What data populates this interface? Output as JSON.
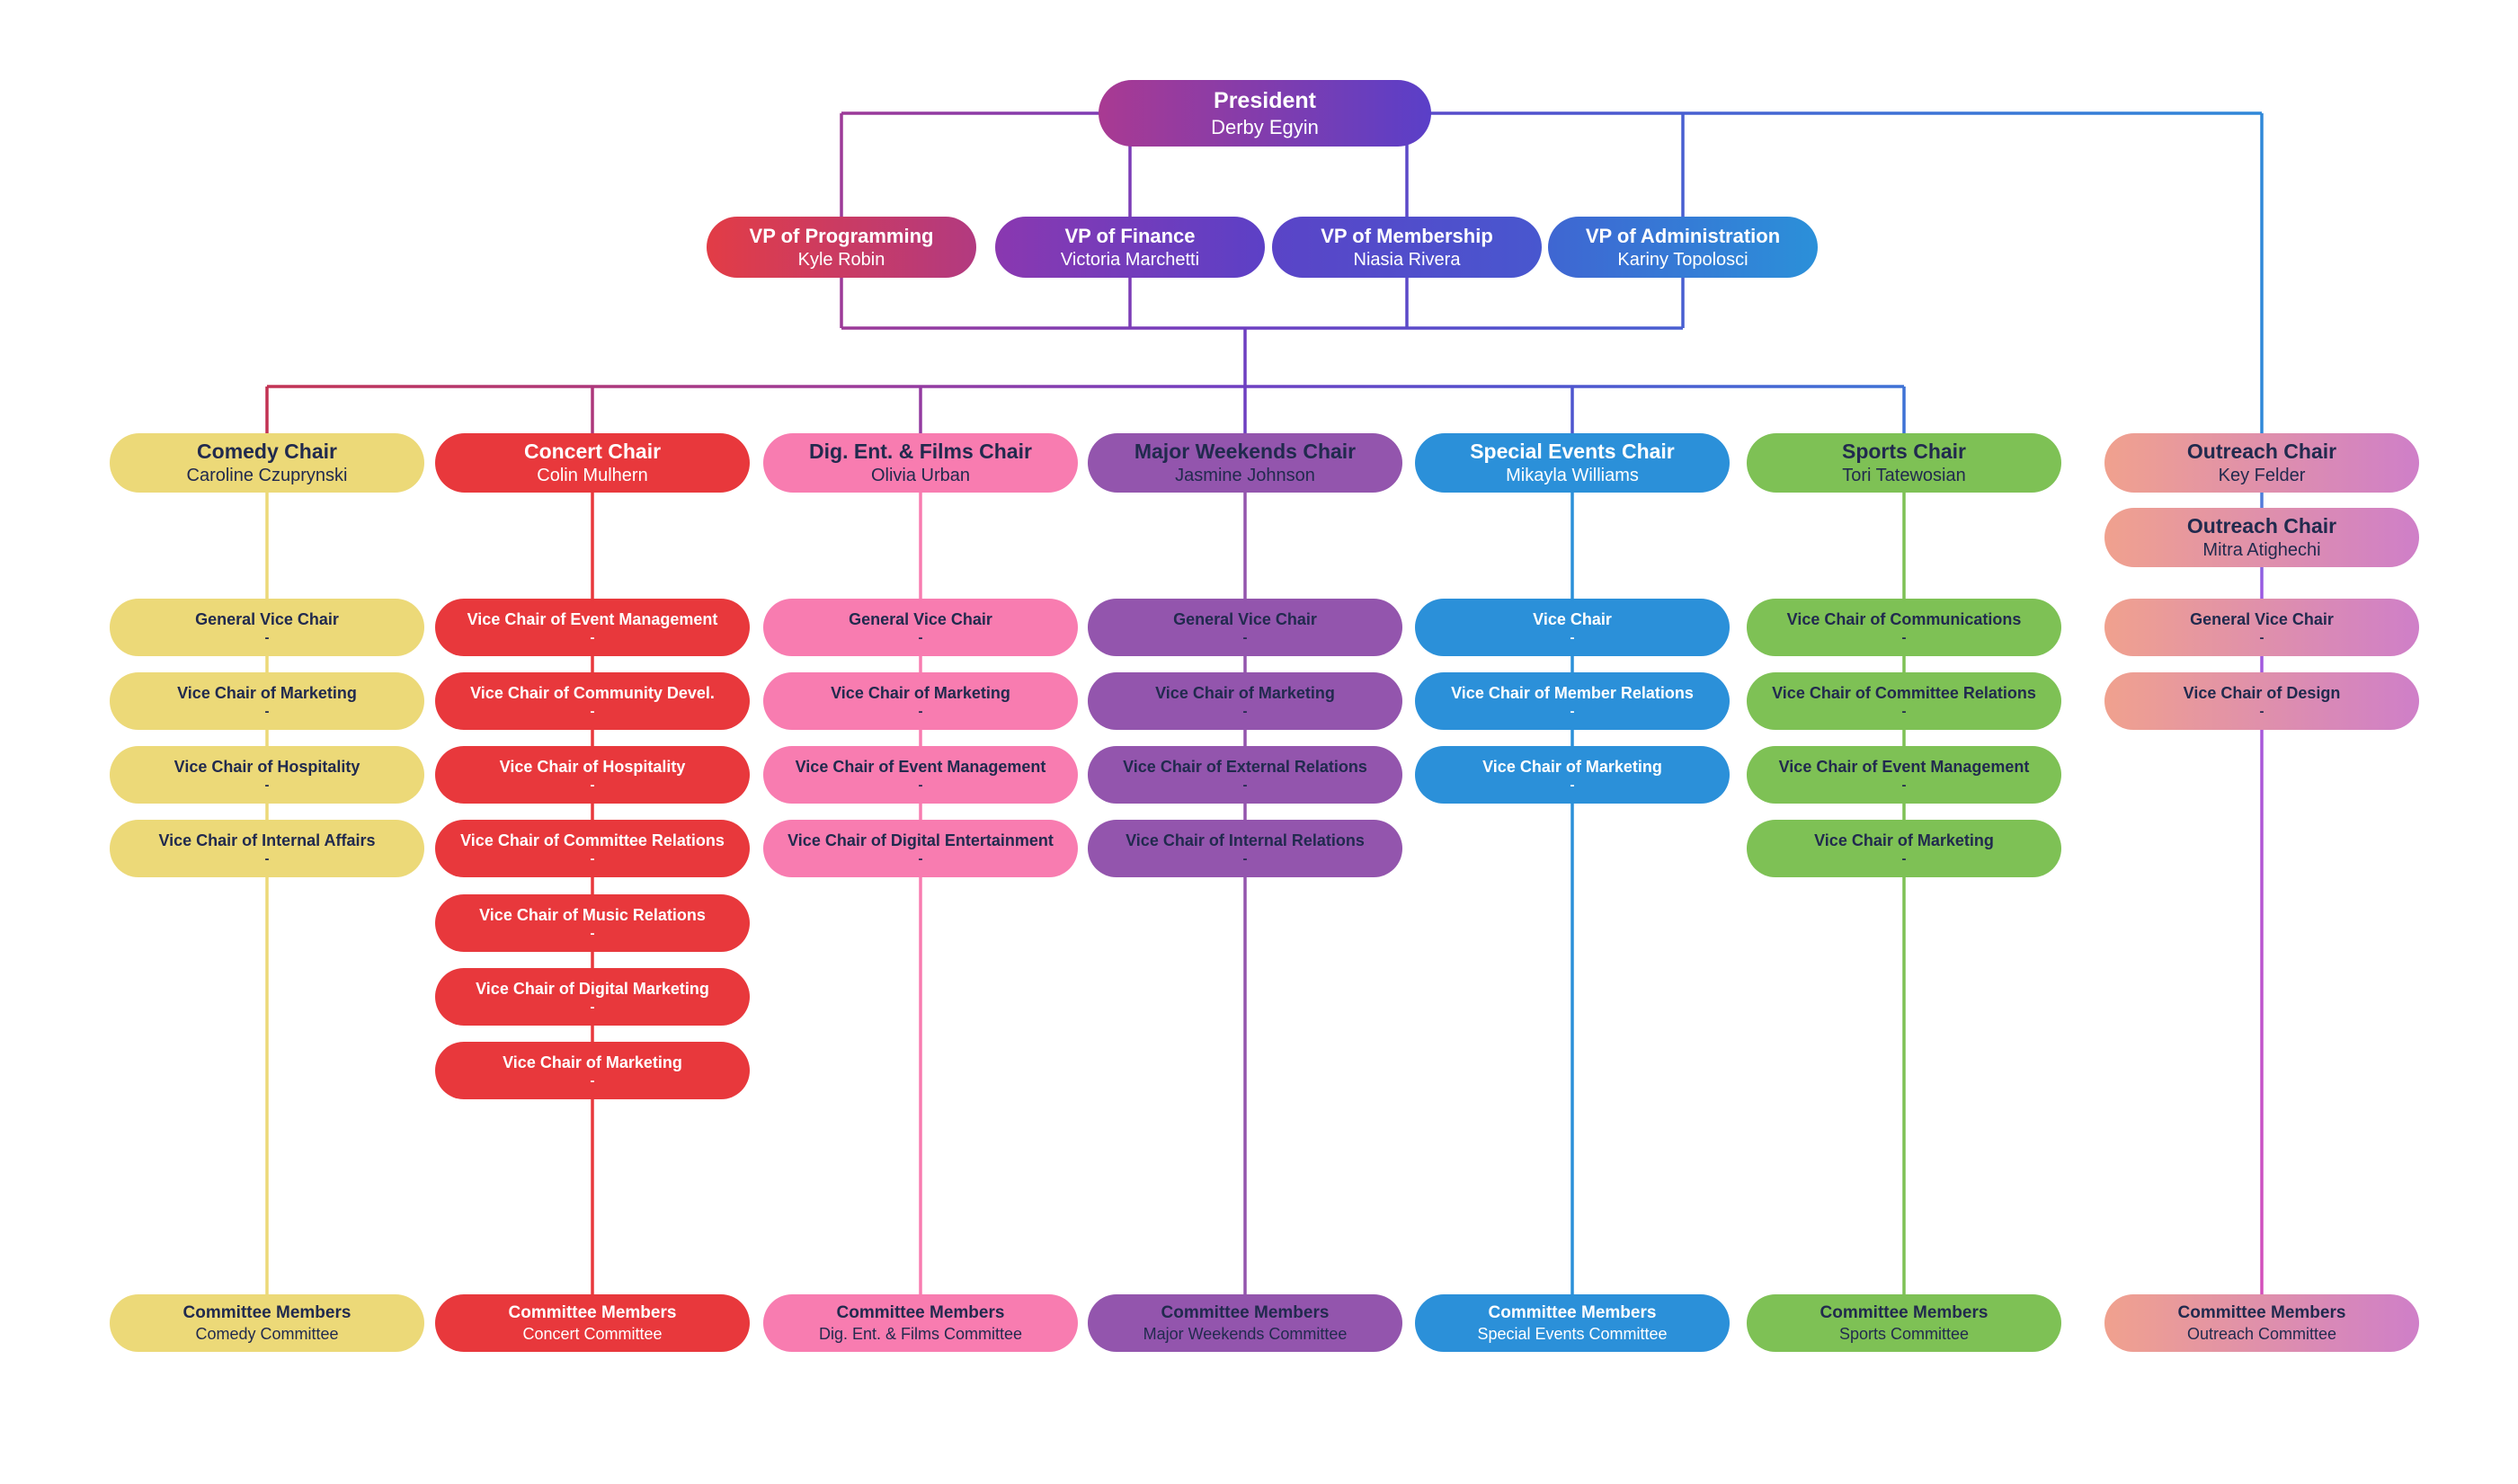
{
  "palette": {
    "background": "#ffffff",
    "navy_text": "#212a4e",
    "white_text": "#ffffff",
    "president_gradient": [
      "#a93a92",
      "#5a3fc8"
    ],
    "vp_gradients": [
      [
        "#e23c46",
        "#b23a80"
      ],
      [
        "#8a38b0",
        "#5c40c6"
      ],
      [
        "#5a44c7",
        "#4857cf"
      ],
      [
        "#3f66d2",
        "#2b90d9"
      ]
    ],
    "flow_line_gradient": [
      "#c5324e",
      "#9c3a98",
      "#713dc0",
      "#5150cd",
      "#3f70d5",
      "#2f8ad9"
    ],
    "outreach_line_gradient": [
      "#4b7fd9",
      "#9b5ae2",
      "#c653c8",
      "#d44fba"
    ],
    "column_colors": {
      "comedy": "#ecd978",
      "concert": "#e8383c",
      "dig_ent_films": "#f87cb0",
      "major_weekends": "#9355ad",
      "special_events": "#2b90d9",
      "sports": "#7ec155",
      "outreach": [
        "#f0a18e",
        "#cf7fc8"
      ]
    }
  },
  "president": {
    "title": "President",
    "name": "Derby Egyin"
  },
  "vps": [
    {
      "title": "VP of Programming",
      "name": "Kyle Robin"
    },
    {
      "title": "VP of Finance",
      "name": "Victoria Marchetti"
    },
    {
      "title": "VP of Membership",
      "name": "Niasia Rivera"
    },
    {
      "title": "VP of Administration",
      "name": "Kariny Topolosci"
    }
  ],
  "columns": [
    {
      "id": "comedy",
      "chairs": [
        {
          "title": "Comedy Chair",
          "name": "Caroline Czuprynski"
        }
      ],
      "vice_chairs": [
        {
          "title": "General Vice Chair",
          "name": "-"
        },
        {
          "title": "Vice Chair of Marketing",
          "name": "-"
        },
        {
          "title": "Vice Chair of Hospitality",
          "name": "-"
        },
        {
          "title": "Vice Chair of Internal Affairs",
          "name": "-"
        }
      ],
      "committee": {
        "title": "Committee Members",
        "name": "Comedy Committee"
      }
    },
    {
      "id": "concert",
      "chairs": [
        {
          "title": "Concert Chair",
          "name": "Colin Mulhern"
        }
      ],
      "vice_chairs": [
        {
          "title": "Vice Chair of Event Management",
          "name": "-"
        },
        {
          "title": "Vice Chair of Community Devel.",
          "name": "-"
        },
        {
          "title": "Vice Chair of Hospitality",
          "name": "-"
        },
        {
          "title": "Vice Chair of Committee Relations",
          "name": "-"
        },
        {
          "title": "Vice Chair of Music Relations",
          "name": "-"
        },
        {
          "title": "Vice Chair of Digital Marketing",
          "name": "-"
        },
        {
          "title": "Vice Chair of Marketing",
          "name": "-"
        }
      ],
      "committee": {
        "title": "Committee Members",
        "name": "Concert Committee"
      }
    },
    {
      "id": "dig-ent-films",
      "chairs": [
        {
          "title": "Dig. Ent. & Films Chair",
          "name": "Olivia Urban"
        }
      ],
      "vice_chairs": [
        {
          "title": "General Vice Chair",
          "name": "-"
        },
        {
          "title": "Vice Chair of Marketing",
          "name": "-"
        },
        {
          "title": "Vice Chair of Event Management",
          "name": "-"
        },
        {
          "title": "Vice Chair of Digital Entertainment",
          "name": "-"
        }
      ],
      "committee": {
        "title": "Committee Members",
        "name": "Dig. Ent. & Films Committee"
      }
    },
    {
      "id": "major-weekends",
      "chairs": [
        {
          "title": "Major Weekends Chair",
          "name": "Jasmine Johnson"
        }
      ],
      "vice_chairs": [
        {
          "title": "General Vice Chair",
          "name": "-"
        },
        {
          "title": "Vice Chair of Marketing",
          "name": "-"
        },
        {
          "title": "Vice Chair of External Relations",
          "name": "-"
        },
        {
          "title": "Vice Chair of Internal Relations",
          "name": "-"
        }
      ],
      "committee": {
        "title": "Committee Members",
        "name": "Major Weekends Committee"
      }
    },
    {
      "id": "special-events",
      "chairs": [
        {
          "title": "Special Events Chair",
          "name": "Mikayla Williams"
        }
      ],
      "vice_chairs": [
        {
          "title": "Vice Chair",
          "name": "-"
        },
        {
          "title": "Vice Chair of Member Relations",
          "name": "-"
        },
        {
          "title": "Vice Chair of Marketing",
          "name": "-"
        }
      ],
      "committee": {
        "title": "Committee Members",
        "name": "Special Events Committee"
      }
    },
    {
      "id": "sports",
      "chairs": [
        {
          "title": "Sports Chair",
          "name": "Tori Tatewosian"
        }
      ],
      "vice_chairs": [
        {
          "title": "Vice Chair of Communications",
          "name": "-"
        },
        {
          "title": "Vice Chair of Committee Relations",
          "name": "-"
        },
        {
          "title": "Vice Chair of Event Management",
          "name": "-"
        },
        {
          "title": "Vice Chair of Marketing",
          "name": "-"
        }
      ],
      "committee": {
        "title": "Committee Members",
        "name": "Sports Committee"
      }
    },
    {
      "id": "outreach",
      "chairs": [
        {
          "title": "Outreach Chair",
          "name": "Key Felder"
        },
        {
          "title": "Outreach Chair",
          "name": "Mitra Atighechi"
        }
      ],
      "vice_chairs": [
        {
          "title": "General Vice Chair",
          "name": "-"
        },
        {
          "title": "Vice Chair of Design",
          "name": "-"
        }
      ],
      "committee": {
        "title": "Committee Members",
        "name": "Outreach Committee"
      }
    }
  ]
}
